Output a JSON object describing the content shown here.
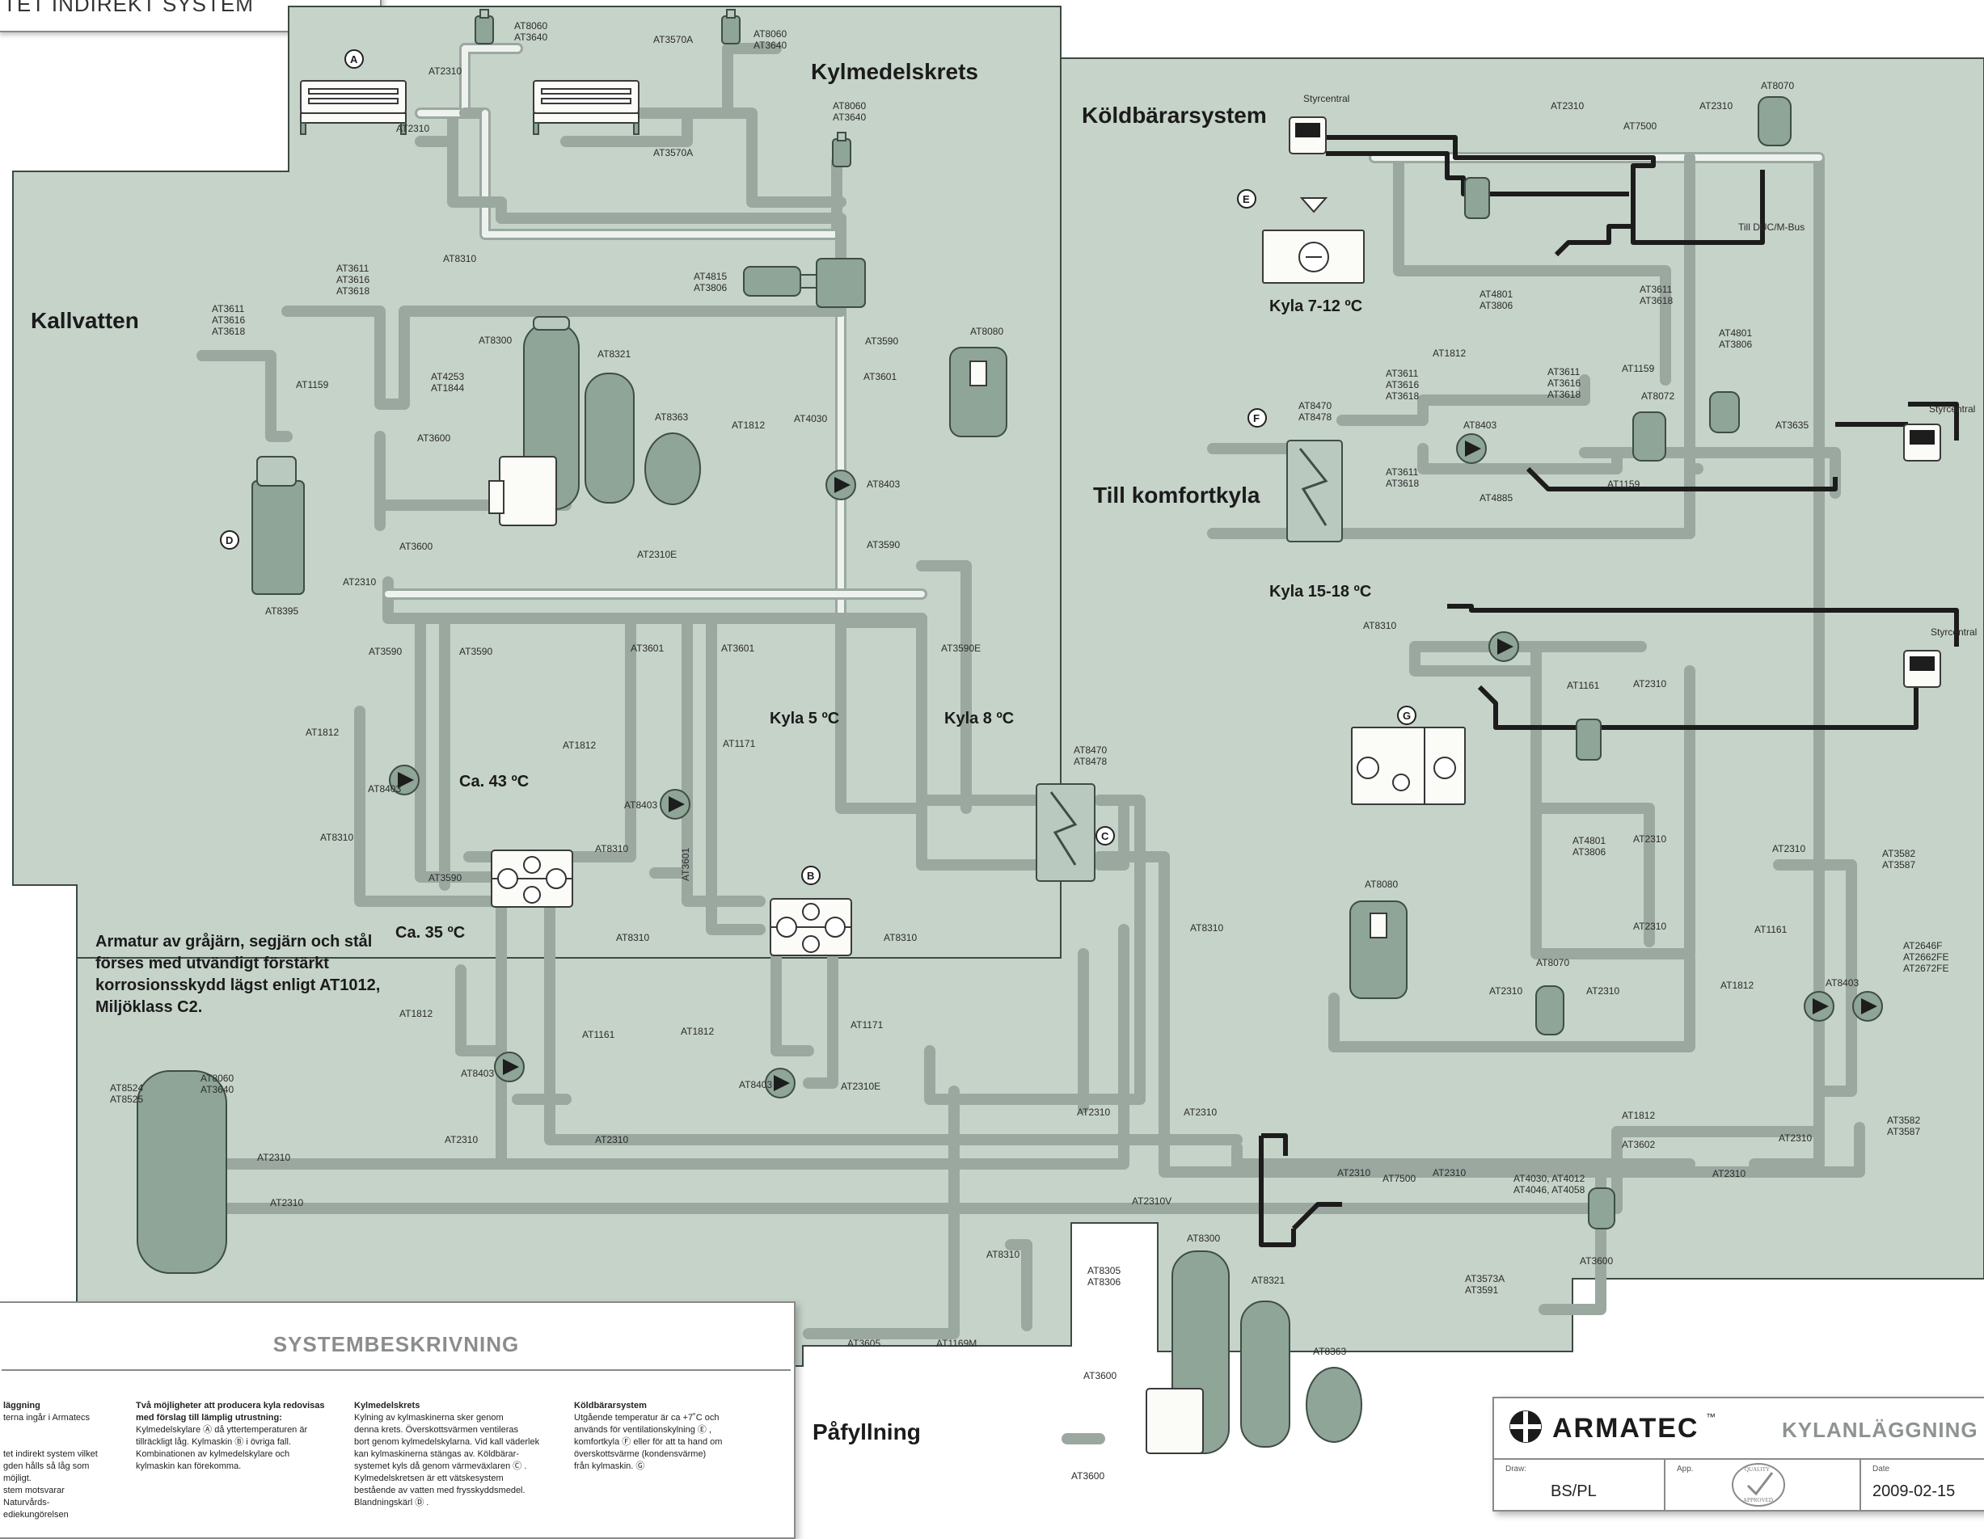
{
  "title_fragment": "TET INDIREKT SYSTEM",
  "sections": {
    "kylmedelskrets": "Kylmedelskrets",
    "kallvatten": "Kallvatten",
    "koldbararsystem": "Köldbärarsystem",
    "till_komfortkyla": "Till komfortkyla",
    "pafyllning": "Påfyllning"
  },
  "temps": {
    "kyla_7_12": "Kyla 7-12 ºC",
    "kyla_15_18": "Kyla 15-18 ºC",
    "kyla_5": "Kyla 5 ºC",
    "kyla_8": "Kyla 8 ºC",
    "ca_43": "Ca. 43 ºC",
    "ca_35": "Ca. 35 ºC"
  },
  "circles": {
    "A": "A",
    "B": "B",
    "C": "C",
    "D": "D",
    "E": "E",
    "F": "F",
    "G": "G"
  },
  "note": "Armatur av gråjärn, segjärn och stål förses med utvändigt förstärkt korrosionsskydd lägst enligt AT1012, Miljöklass C2.",
  "labels": {
    "l1": "AT8060",
    "l2": "AT3640",
    "l3": "AT3570A",
    "l4": "AT8060",
    "l5": "AT3640",
    "l6": "AT2310",
    "l7": "AT2310",
    "l8": "AT3570A",
    "l9": "AT8060",
    "l10": "AT3640",
    "l11": "AT4815",
    "l12": "AT3806",
    "l13": "AT3590",
    "l14": "AT3601",
    "l15": "AT4030",
    "l16": "AT8403",
    "l17": "AT1812",
    "l18": "AT3590",
    "l19": "AT8080",
    "l20": "AT8310",
    "l21": "AT3611",
    "l22": "AT3616",
    "l23": "AT3618",
    "l24": "AT3611",
    "l25": "AT3616",
    "l26": "AT3618",
    "l27": "AT1159",
    "l28": "AT4253",
    "l29": "AT1844",
    "l30": "AT8300",
    "l31": "AT8321",
    "l32": "AT8363",
    "l33": "AT3600",
    "l34": "AT3600",
    "l35": "AT2310E",
    "l36": "AT8395",
    "l37": "AT2310",
    "l38": "AT3590",
    "l39": "AT3590",
    "l40": "AT3601",
    "l41": "AT3601",
    "l42": "AT3590E",
    "l43": "AT1171",
    "l44": "AT1812",
    "l45": "AT8403",
    "l46": "AT1812",
    "l47": "AT8403",
    "l48": "AT8310",
    "l49": "AT3590",
    "l50": "AT8310",
    "l51": "AT3601",
    "l52": "AT8470",
    "l53": "AT8478",
    "l54": "AT8310",
    "l55": "AT8310",
    "l56": "AT1812",
    "l57": "AT8403",
    "l58": "AT1161",
    "l59": "AT2310",
    "l60": "AT2310",
    "l61": "AT1812",
    "l62": "AT8403",
    "l63": "AT1171",
    "l64": "AT2310E",
    "l65": "AT8524",
    "l66": "AT8525",
    "l67": "AT8060",
    "l68": "AT3640",
    "l69": "AT2310",
    "l70": "AT2310",
    "l71": "AT8310",
    "l72": "AT2310",
    "l73": "AT2310",
    "l74": "AT2310V",
    "l75": "Styrcentral",
    "l76": "AT2310",
    "l77": "AT7500",
    "l78": "AT2310",
    "l79": "AT8070",
    "l80": "Till DUC/M-Bus",
    "l81": "AT4801",
    "l82": "AT3806",
    "l83": "AT3611",
    "l84": "AT3618",
    "l85": "AT1812",
    "l86": "AT4801",
    "l87": "AT3806",
    "l88": "AT3611",
    "l89": "AT3616",
    "l90": "AT3618",
    "l91": "AT3611",
    "l92": "AT3616",
    "l93": "AT3618",
    "l94": "AT1159",
    "l95": "AT8072",
    "l96": "AT8470",
    "l97": "AT8478",
    "l98": "AT8403",
    "l99": "AT3635",
    "l100": "Styrcentral",
    "l101": "AT3611",
    "l102": "AT3618",
    "l103": "AT4885",
    "l104": "AT1159",
    "l105": "AT8310",
    "l106": "Styrcentral",
    "l107": "AT1161",
    "l108": "AT2310",
    "l109": "AT4801",
    "l110": "AT3806",
    "l111": "AT2310",
    "l112": "AT2310",
    "l113": "AT8080",
    "l114": "AT8070",
    "l115": "AT2310",
    "l116": "AT2310",
    "l117": "AT2310",
    "l118": "AT3582",
    "l119": "AT3587",
    "l120": "AT1161",
    "l121": "AT2646F",
    "l122": "AT2662FE",
    "l123": "AT2672FE",
    "l124": "AT1812",
    "l125": "AT8403",
    "l126": "AT2310",
    "l127": "AT3582",
    "l128": "AT3587",
    "l129": "AT1812",
    "l130": "AT3602",
    "l131": "AT2310",
    "l132": "AT7500",
    "l133": "AT2310",
    "l134": "AT4030, AT4012",
    "l135": "AT4046, AT4058",
    "l136": "AT2310",
    "l137": "AT3600",
    "l138": "AT3573A",
    "l139": "AT3591",
    "l140": "AT8310",
    "l141": "AT8305",
    "l142": "AT8306",
    "l143": "AT8300",
    "l144": "AT8321",
    "l145": "AT8363",
    "l146": "AT3600",
    "l147": "AT3600",
    "l148": "AT3605",
    "l149": "AT1169M"
  },
  "sysdesc": {
    "heading": "SYSTEMBESKRIVNING",
    "col1_title": "läggning",
    "col1_body": [
      "terna ingår i Armatecs",
      "",
      "",
      "tet indirekt system vilket",
      "gden hålls så låg som möjligt.",
      "stem motsvarar Naturvårds-",
      "ediekungörelsen"
    ],
    "col2_title": "Två möjligheter att producera kyla redovisas med förslag till lämplig utrustning:",
    "col2_body": [
      "Kylmedelskylare Ⓐ då yttertemperaturen är",
      "tillräckligt låg. Kylmaskin Ⓑ i övriga fall.",
      "Kombinationen av kylmedelskylare och",
      "kylmaskin kan förekomma."
    ],
    "col3_title": "Kylmedelskrets",
    "col3_body": [
      "Kylning av kylmaskinerna sker genom",
      "denna krets. Överskottsvärmen ventileras",
      "bort genom kylmedelskylarna. Vid kall väderlek",
      "kan kylmaskinerna stängas av. Köldbärar-",
      "systemet kyls då genom värmeväxlaren Ⓒ .",
      "Kylmedelskretsen är ett vätskesystem",
      "bestående av vatten med frysskyddsmedel.",
      "Blandningskärl Ⓓ ."
    ],
    "col4_title": "Köldbärarsystem",
    "col4_body": [
      "Utgående temperatur är ca +7˚C och",
      "används för ventilationskylning Ⓔ ,",
      "komfortkyla Ⓕ eller för att ta hand om",
      "överskottsvärme (kondensvärme)",
      "från kylmaskin. Ⓖ"
    ]
  },
  "titleblock": {
    "brand": "ARMATEC",
    "brand_tm": "™",
    "doc_title": "KYLANLÄGGNING",
    "draw_key": "Draw:",
    "draw_val": "BS/PL",
    "app_key": "App.",
    "date_key": "Date",
    "date_val": "2009-02-15",
    "stamp_top": "QUALITY",
    "stamp_bottom": "APPROVED"
  },
  "colors": {
    "zone": "#c6d3c9",
    "pipe": "#9aa8a0",
    "component": "#8ea598",
    "cable": "#1c1c1c"
  }
}
